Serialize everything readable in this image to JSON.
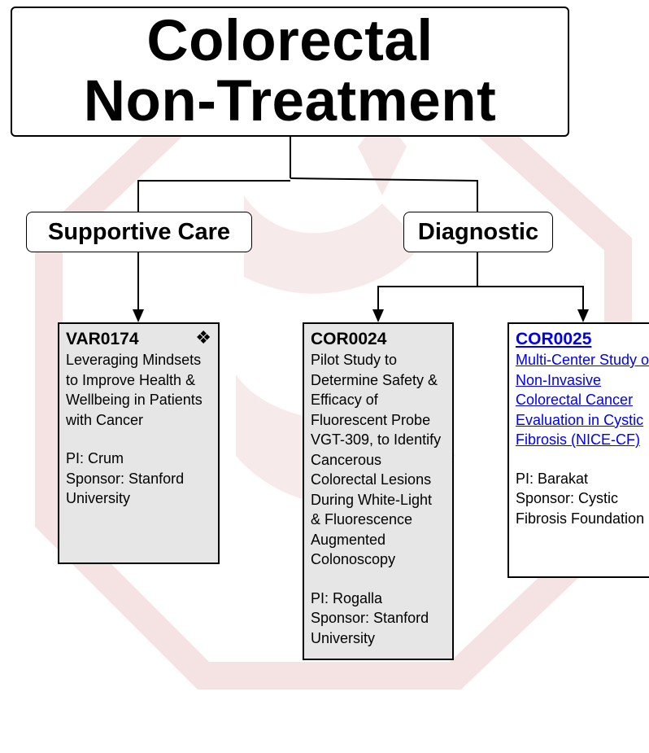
{
  "title": "Colorectal\nNon-Treatment",
  "categories": {
    "supportive": "Supportive Care",
    "diagnostic": "Diagnostic"
  },
  "trials": {
    "var0174": {
      "id": "VAR0174",
      "title": "Leveraging Mindsets to Improve Health & Wellbeing in Patients with Cancer",
      "pi": "PI: Crum",
      "sponsor": "Sponsor: Stanford University",
      "icon": "four-diamond-icon"
    },
    "cor0024": {
      "id": "COR0024",
      "title": "Pilot Study to Determine Safety & Efficacy of Fluorescent Probe VGT-309, to Identify Cancerous Colorectal Lesions During White-Light & Fluorescence Augmented Colonoscopy",
      "pi": "PI: Rogalla",
      "sponsor": "Sponsor: Stanford University"
    },
    "cor0025": {
      "id": "COR0025",
      "title": "Multi-Center Study of Non-Invasive Colorectal Cancer Evaluation in Cystic Fibrosis (NICE-CF)",
      "pi": "PI: Barakat",
      "sponsor": "Sponsor: Cystic Fibrosis Foundation"
    }
  },
  "colors": {
    "watermark": "#f5e4e4",
    "box_grey": "#e6e6e6",
    "link": "#0000ee"
  }
}
